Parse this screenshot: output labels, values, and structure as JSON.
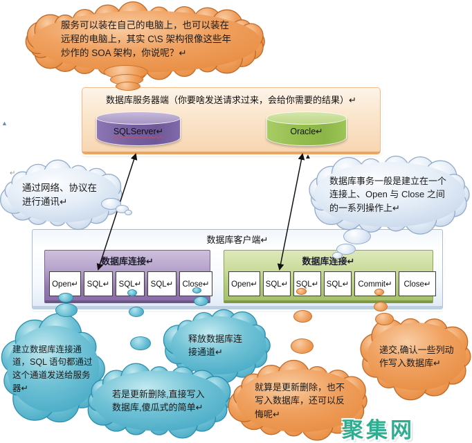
{
  "bubbles": {
    "soa": "服务可以装在自己的电脑上，也可以装在远程的电脑上，其实 C\\S 架构很像这些年炒作的 SOA 架构，你说呢？↵",
    "network": "通过网络、协议在进行通讯↵",
    "transaction": "数据库事务一般是建立在一个连接上、Open 与 Close 之间的一系列操作上↵",
    "open_channel": "建立数据库连接通道，SQL 语句都通过这个通道发送给服务器↵",
    "direct_write": "若是更新删除,直接写入数据库,傻瓜式的简单↵",
    "release_channel": "释放数据库连接通道↵",
    "no_write": "就算是更新删除，也不写入数据库，还可以反悔呢↵",
    "commit_note": "递交,确认一些列动作写入数据库↵"
  },
  "server": {
    "title": "数据库服务器端（你要啥发送请求过来，会给你需要的结果）↵",
    "databases": [
      {
        "name": "SQLServer↵"
      },
      {
        "name": "Oracle↵"
      }
    ]
  },
  "client": {
    "title": "数据库客户端↵",
    "connections": [
      {
        "title": "数据库连接↵",
        "steps": [
          "Open↵",
          "SQL↵",
          "SQL↵",
          "SQL↵",
          "Close↵"
        ]
      },
      {
        "title": "数据库连接↵",
        "steps": [
          "Open↵",
          "SQL↵",
          "SQL↵",
          "SQL↵",
          "Commit↵",
          "Close↵"
        ]
      }
    ]
  },
  "logo": "聚集网",
  "marks": {
    "anchor_black": "▲",
    "anchor_blue": "▲",
    "return_mark": "↵"
  },
  "colors": {
    "orange_cloud": "#EF9D58",
    "blue_cloud": "#D9E4F2",
    "teal_cloud": "#5FBAD0",
    "server_panel": "#FBE7CF",
    "sqlserver_purple": "#7B63A5",
    "oracle_green": "#9ABD52",
    "connection_purple": "#9378B1",
    "connection_green": "#B3CA7F",
    "client_panel": "#F5F9FD",
    "logo_teal": "#2FAE8F"
  }
}
